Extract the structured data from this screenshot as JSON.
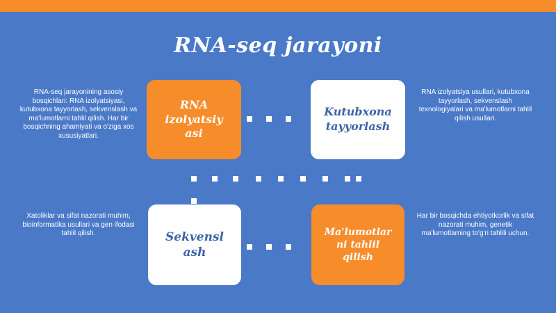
{
  "title": "RNA-seq jarayoni",
  "steps": [
    {
      "label": "RNA izolyatsiy asi",
      "description": "RNA-seq jarayonining asosiy bosqichlari: RNA izolyatsiyasi, kutubxona tayyorlash, sekvenslash va ma'lumotlarni tahlil qilish. Har bir bosqichning ahamiyati va o'ziga xos xususiyatlari."
    },
    {
      "label": "Kutubxona tayyorlash",
      "description": "RNA izolyatsiya usullari, kutubxona tayyorlash, sekvenslash texnologiyalari va ma'lumotlarni tahlil qilish usullari."
    },
    {
      "label": "Sekvensl ash",
      "description": "Xatoliklar va sifat nazorati muhim, bioinformatika usullari va gen ifodasi tahlil qilish."
    },
    {
      "label": "Ma'lumotlar ni tahlil qilish",
      "description": "Har bir bosqichda ehtiyotkorlik va sifat nazorati muhim, genetik ma'lumotlarning to'g'ri tahlili uchun."
    }
  ],
  "colors": {
    "background": "#4a79c8",
    "accent": "#f78c2a",
    "box_text_blue": "#3e64a8"
  }
}
